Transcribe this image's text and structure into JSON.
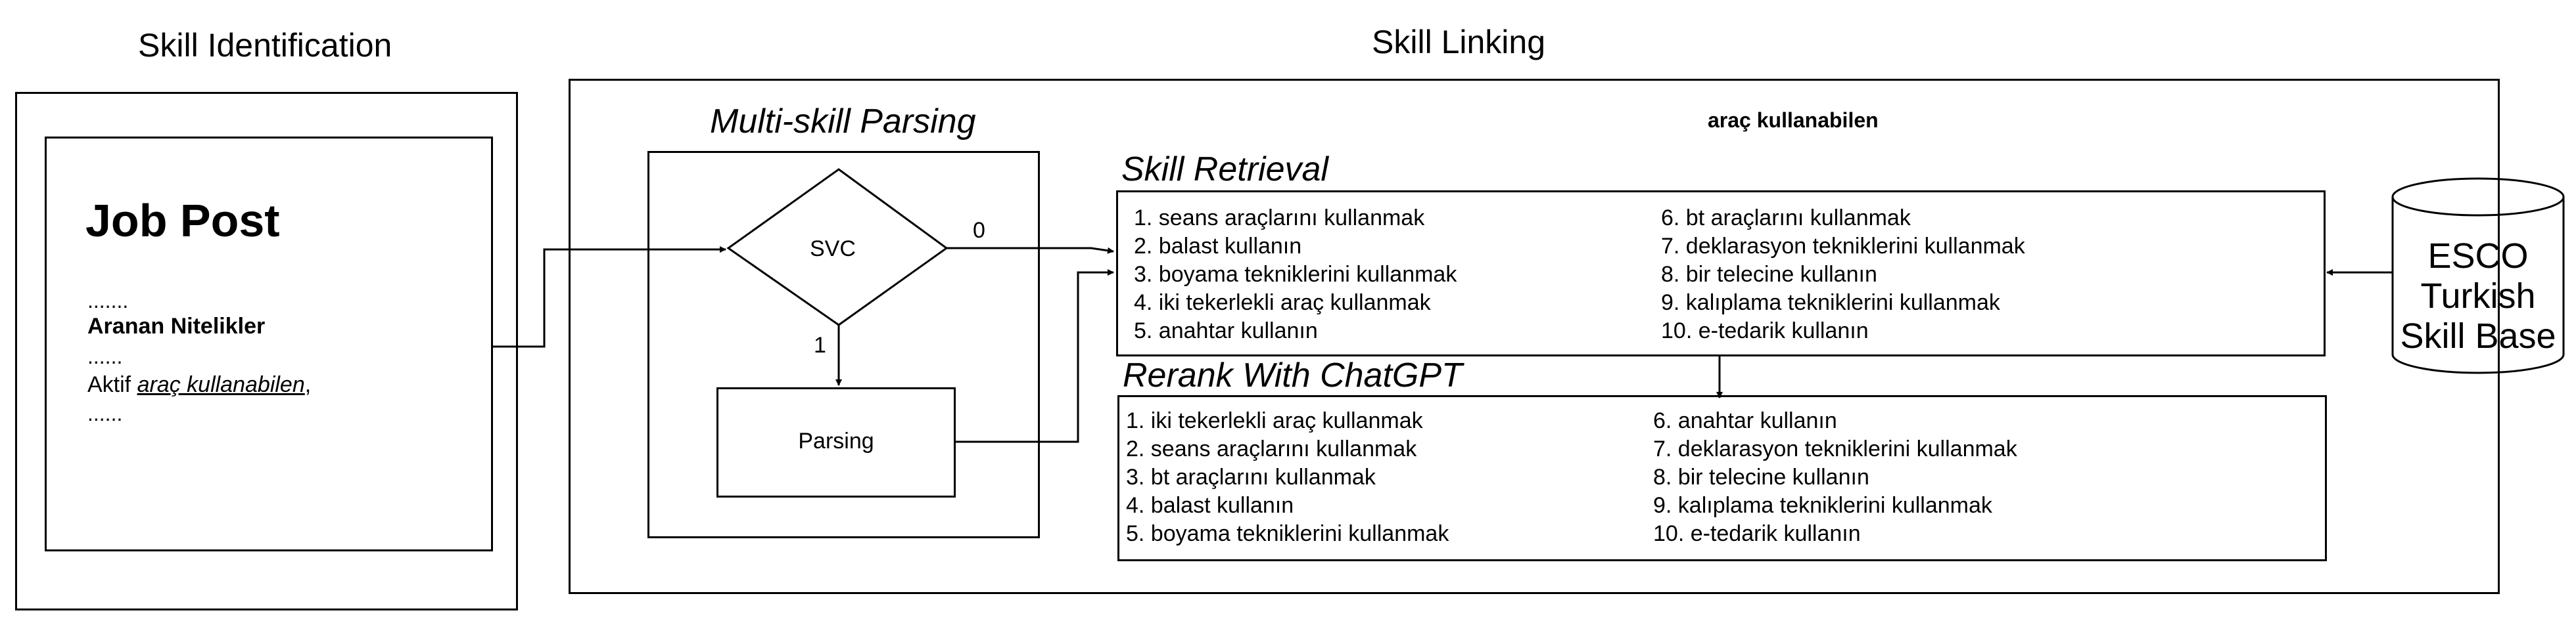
{
  "sections": {
    "identification_title": "Skill Identification",
    "linking_title": "Skill Linking"
  },
  "job_post": {
    "title": "Job Post",
    "dots_1": ".......",
    "heading": "Aranan Nitelikler",
    "dots_2": "......",
    "skill_prefix": "Aktif ",
    "skill_span": "araç kullanabilen",
    "skill_suffix": ",",
    "dots_3": "......"
  },
  "multi_skill": {
    "title": "Multi-skill Parsing",
    "decision_label": "SVC",
    "branch_zero": "0",
    "branch_one": "1",
    "parsing_label": "Parsing"
  },
  "query": "araç kullanabilen",
  "retrieval": {
    "title": "Skill Retrieval",
    "items_left": [
      "1. seans araçlarını kullanmak",
      "2. balast kullanın",
      "3. boyama tekniklerini kullanmak",
      "4. iki tekerlekli araç kullanmak",
      "5. anahtar kullanın"
    ],
    "items_right": [
      "6. bt araçlarını kullanmak",
      "7. deklarasyon tekniklerini kullanmak",
      "8. bir telecine kullanın",
      "9. kalıplama tekniklerini kullanmak",
      "10. e-tedarik kullanın"
    ]
  },
  "rerank": {
    "title": "Rerank With ChatGPT",
    "items_left": [
      "1. iki tekerlekli araç kullanmak",
      "2. seans araçlarını kullanmak",
      "3. bt araçlarını kullanmak",
      "4. balast kullanın",
      "5. boyama tekniklerini kullanmak"
    ],
    "items_right": [
      "6. anahtar kullanın",
      "7. deklarasyon tekniklerini kullanmak",
      "8. bir telecine kullanın",
      "9. kalıplama tekniklerini kullanmak",
      "10. e-tedarik kullanın"
    ]
  },
  "skill_base": {
    "line1": "ESCO",
    "line2": "Turkish",
    "line3": "Skill Base"
  }
}
